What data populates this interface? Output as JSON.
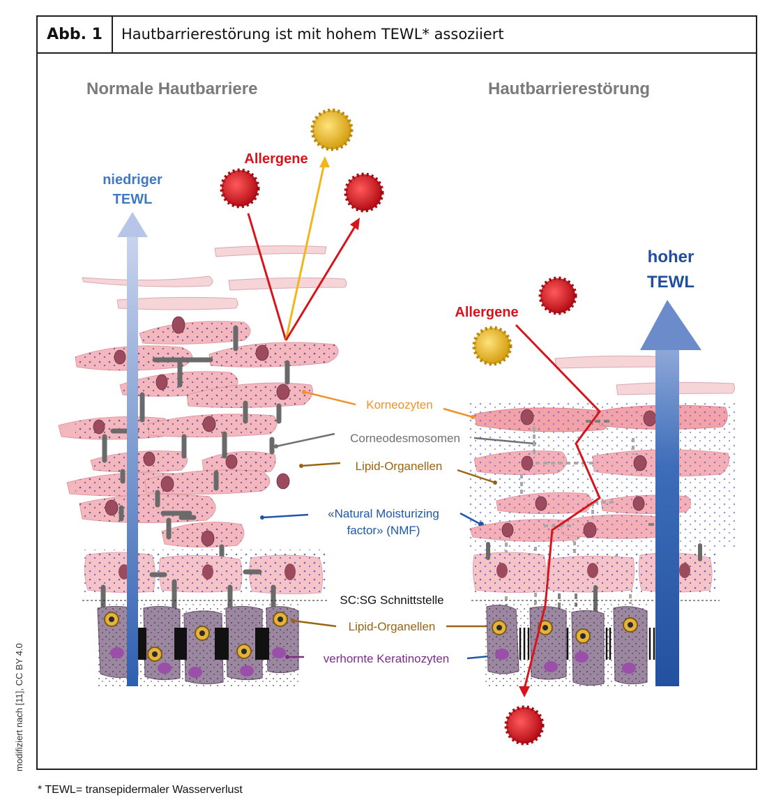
{
  "figure": {
    "number": "Abb. 1",
    "title": "Hautbarrierestörung ist mit hohem TEWL* assoziiert"
  },
  "left_panel": {
    "title": "Normale Hautbarriere",
    "tewl_line1": "niedriger",
    "tewl_line2": "TEWL",
    "allergens": "Allergene"
  },
  "right_panel": {
    "title": "Hautbarrierestörung",
    "tewl_line1": "hoher",
    "tewl_line2": "TEWL",
    "allergens": "Allergene"
  },
  "labels": {
    "korneozyten": "Korneozyten",
    "corneodesmosomen": "Corneodesmosomen",
    "lipid_organellen_1": "Lipid-Organellen",
    "nmf_line1": "«Natural Moisturizing",
    "nmf_line2": "factor» (NMF)",
    "interface": "SC:SG Schnittstelle",
    "lipid_organellen_2": "Lipid-Organellen",
    "keratinozyten": "verhornte Keratinozyten"
  },
  "colors": {
    "orange": "#f0912a",
    "gray": "#707070",
    "brown": "#9a6413",
    "blue_label": "#1f56a8",
    "purple": "#7b2d8a",
    "red": "#d7141b",
    "yellow_arrow": "#f1b61b",
    "tewl_blue": "#1f4e9c"
  },
  "footnote": "* TEWL= transepidermaler Wasserverlust",
  "credit": "modifiziert nach [11], CC BY 4.0"
}
